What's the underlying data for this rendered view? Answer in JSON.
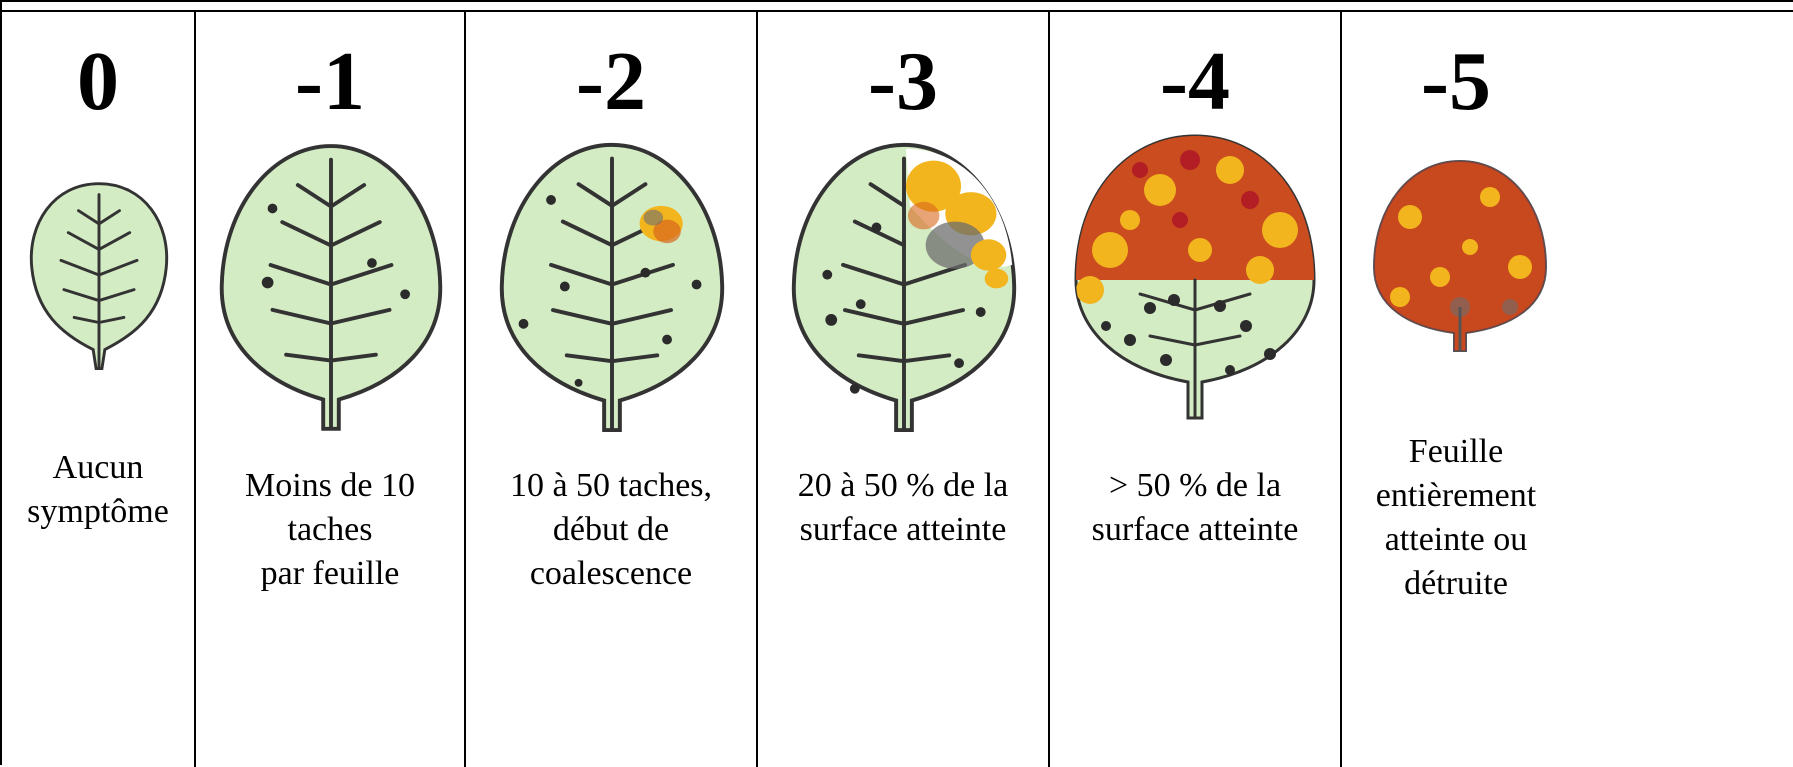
{
  "scale": {
    "levels": [
      {
        "score": "0",
        "lines": [
          "Aucun",
          "symptôme"
        ]
      },
      {
        "score": "-1",
        "lines": [
          "Moins de 10",
          "taches",
          "par feuille"
        ]
      },
      {
        "score": "-2",
        "lines": [
          "10 à 50 taches,",
          "début de",
          "coalescence"
        ]
      },
      {
        "score": "-3",
        "lines": [
          "20 à 50 % de la",
          "surface atteinte"
        ]
      },
      {
        "score": "-4",
        "lines": [
          "> 50 % de la",
          "surface atteinte"
        ]
      },
      {
        "score": "-5",
        "lines": [
          "Feuille",
          "entièrement",
          "atteinte ou",
          "détruite"
        ]
      }
    ]
  },
  "colors": {
    "leaf_fill": "#d4ecc4",
    "leaf_outline": "#333333",
    "spot": "#2b2b2b",
    "lesion_yellow": "#f2b51e",
    "lesion_orange": "#d8661c",
    "lesion_red": "#b21e24",
    "lesion_grey": "#6e6e6e"
  }
}
